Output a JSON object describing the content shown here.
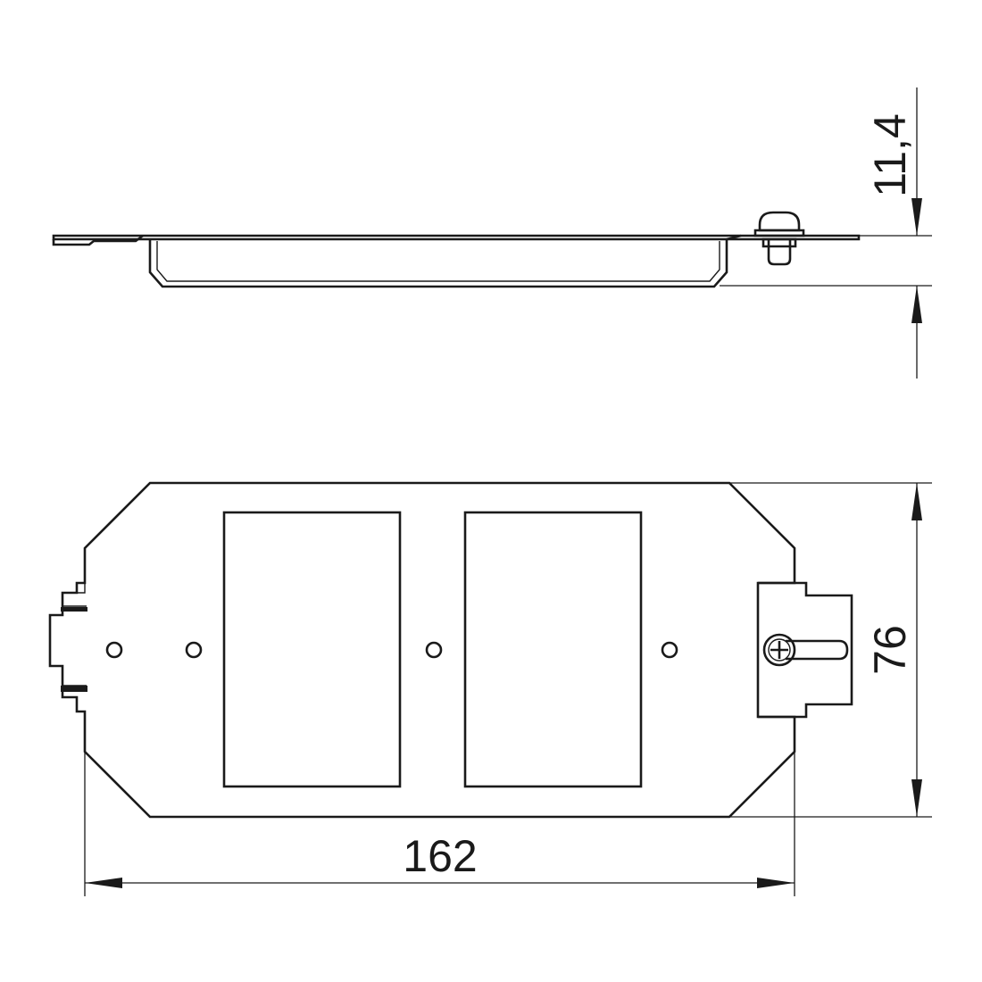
{
  "dimensions": {
    "height": "11,4",
    "depth": "76",
    "width": "162"
  },
  "colors": {
    "line": "#1a1a1a",
    "background": "#ffffff"
  }
}
